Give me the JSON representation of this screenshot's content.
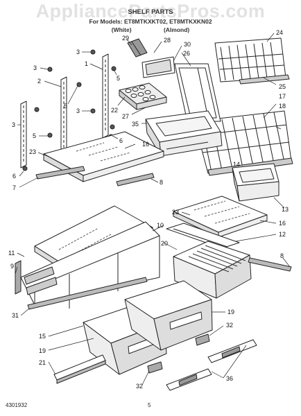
{
  "header": {
    "watermark": "AppliancePartsPros.com",
    "section_title": "SHELF PARTS",
    "models_line": "For Models: ET8MTKXKT02, ET8MTKXKN02",
    "colors": [
      "(White)",
      "(Almond)"
    ]
  },
  "footer": {
    "doc_number": "4301932",
    "page_number": "5"
  },
  "callouts": [
    {
      "id": "c29",
      "label": "29"
    },
    {
      "id": "c28",
      "label": "28"
    },
    {
      "id": "c30",
      "label": "30"
    },
    {
      "id": "c24",
      "label": "24"
    },
    {
      "id": "c3a",
      "label": "3"
    },
    {
      "id": "c1a",
      "label": "1"
    },
    {
      "id": "c5a",
      "label": "5"
    },
    {
      "id": "c26",
      "label": "26"
    },
    {
      "id": "c3b",
      "label": "3"
    },
    {
      "id": "c2",
      "label": "2"
    },
    {
      "id": "c5b",
      "label": "5"
    },
    {
      "id": "c3c",
      "label": "3"
    },
    {
      "id": "c22",
      "label": "22"
    },
    {
      "id": "c25",
      "label": "25"
    },
    {
      "id": "c17",
      "label": "17"
    },
    {
      "id": "c18",
      "label": "18"
    },
    {
      "id": "c27",
      "label": "27"
    },
    {
      "id": "c35",
      "label": "35"
    },
    {
      "id": "c3d",
      "label": "3"
    },
    {
      "id": "c5c",
      "label": "5"
    },
    {
      "id": "c6a",
      "label": "6"
    },
    {
      "id": "c16a",
      "label": "16"
    },
    {
      "id": "c23a",
      "label": "23"
    },
    {
      "id": "c6b",
      "label": "6"
    },
    {
      "id": "c7",
      "label": "7"
    },
    {
      "id": "c8a",
      "label": "8"
    },
    {
      "id": "c14",
      "label": "14"
    },
    {
      "id": "c13",
      "label": "13"
    },
    {
      "id": "c23b",
      "label": "23"
    },
    {
      "id": "c16b",
      "label": "16"
    },
    {
      "id": "c12",
      "label": "12"
    },
    {
      "id": "c10",
      "label": "10"
    },
    {
      "id": "c11",
      "label": "11"
    },
    {
      "id": "c9",
      "label": "9"
    },
    {
      "id": "c20",
      "label": "20"
    },
    {
      "id": "c8b",
      "label": "8"
    },
    {
      "id": "c31",
      "label": "31"
    },
    {
      "id": "c15",
      "label": "15"
    },
    {
      "id": "c19a",
      "label": "19"
    },
    {
      "id": "c19b",
      "label": "19"
    },
    {
      "id": "c32a",
      "label": "32"
    },
    {
      "id": "c21",
      "label": "21"
    },
    {
      "id": "c32b",
      "label": "32"
    },
    {
      "id": "c36",
      "label": "36"
    }
  ]
}
